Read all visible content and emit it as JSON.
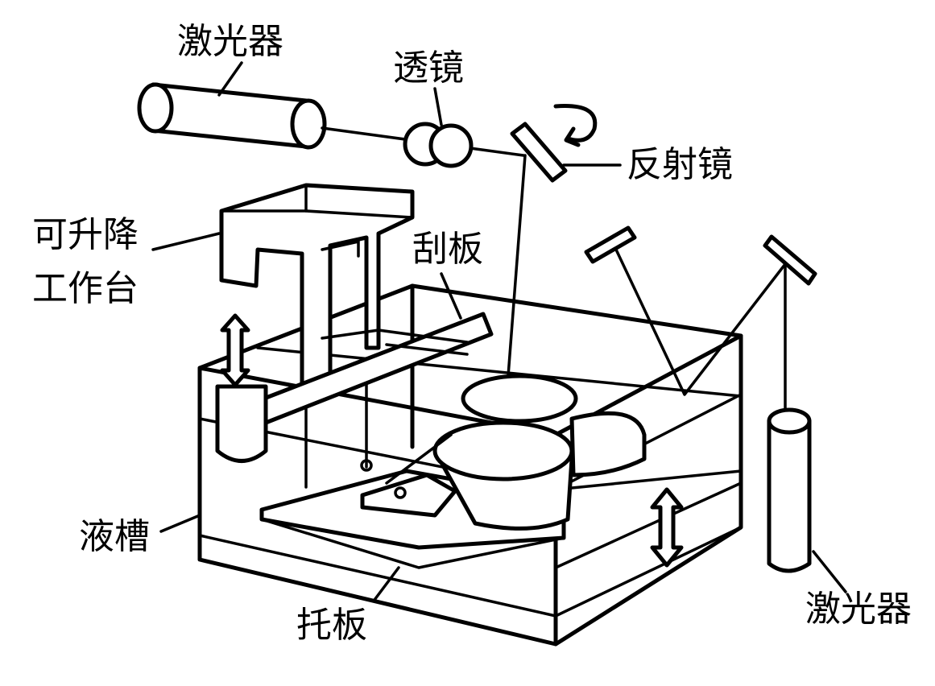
{
  "labels": {
    "laser_top": "激光器",
    "lens": "透镜",
    "mirror": "反射镜",
    "platform_line1": "可升降",
    "platform_line2": "工作台",
    "scraper": "刮板",
    "tank": "液槽",
    "tray": "托板",
    "laser_bottom": "激光器"
  }
}
